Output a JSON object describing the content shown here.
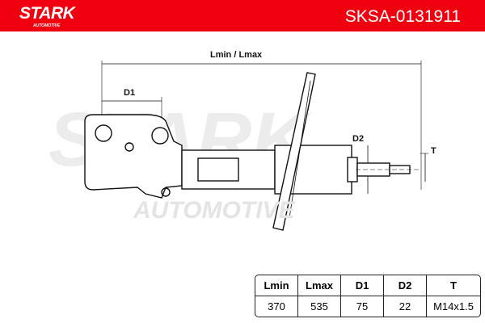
{
  "header": {
    "brand": "STARK",
    "brand_sub": "AUTOMOTIVE",
    "part_number": "SKSA-0131911",
    "color": "#f0000f"
  },
  "drawing": {
    "labels": {
      "length": "Lmin / Lmax",
      "d1": "D1",
      "d2": "D2",
      "t": "T"
    },
    "watermark": "STARK AUTOMOTIVE"
  },
  "table": {
    "headers": [
      "Lmin",
      "Lmax",
      "D1",
      "D2",
      "T"
    ],
    "values": [
      "370",
      "535",
      "75",
      "22",
      "M14x1.5"
    ]
  }
}
